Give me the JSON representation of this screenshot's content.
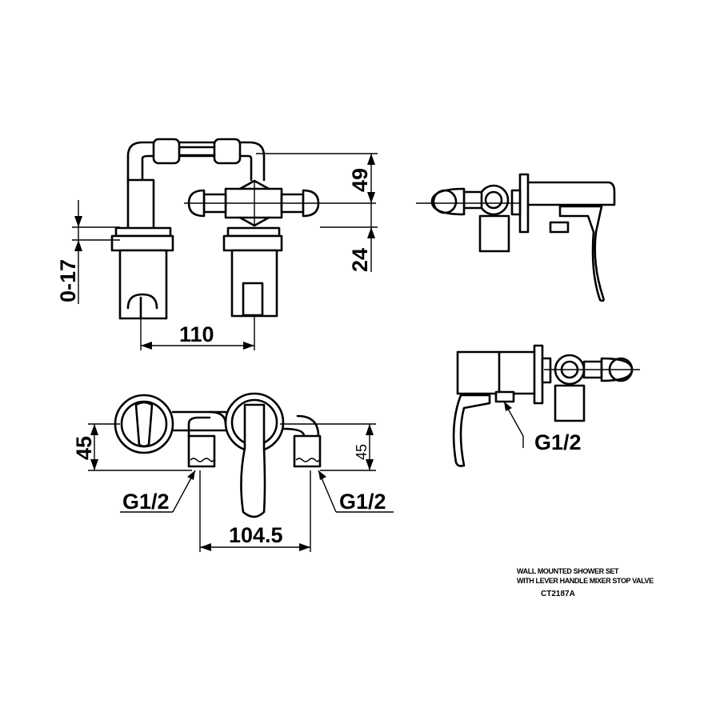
{
  "dimensions": {
    "d49": "49",
    "d24": "24",
    "d0_17": "0-17",
    "d110": "110",
    "d45_left": "45",
    "d45_right": "45",
    "d104_5": "104.5"
  },
  "thread_labels": {
    "bottom_left": "G1/2",
    "bottom_right": "G1/2",
    "side_view": "G1/2"
  },
  "title_block": {
    "line1": "WALL MOUNTED SHOWER SET",
    "line2": "WITH LEVER HANDLE MIXER STOP VALVE",
    "model": "CT2187A"
  }
}
